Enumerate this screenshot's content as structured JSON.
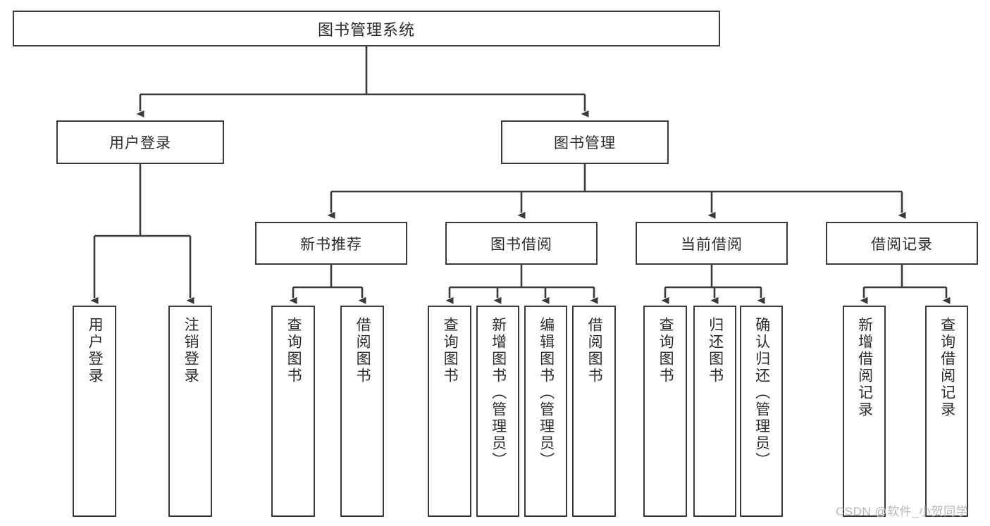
{
  "diagram": {
    "type": "tree-hierarchy",
    "title": "图书管理系统",
    "watermark": "CSDN @软件_小贺同学",
    "colors": {
      "box_border": "#3a3a3a",
      "box_fill": "#ffffff",
      "line": "#3a3a3a",
      "text": "#2b2b2b",
      "watermark": "#b8b8b8",
      "background": "#ffffff"
    },
    "root": {
      "label": "图书管理系统"
    },
    "level2": [
      {
        "label": "用户登录"
      },
      {
        "label": "图书管理"
      }
    ],
    "level3": [
      {
        "label": "新书推荐"
      },
      {
        "label": "图书借阅"
      },
      {
        "label": "当前借阅"
      },
      {
        "label": "借阅记录"
      }
    ],
    "leaves": {
      "user_login": [
        {
          "label": "用户登录"
        },
        {
          "label": "注销登录"
        }
      ],
      "new_book_recommend": [
        {
          "label": "查询图书"
        },
        {
          "label": "借阅图书"
        }
      ],
      "book_borrow": [
        {
          "label": "查询图书"
        },
        {
          "label": "新增图书（管理员）"
        },
        {
          "label": "编辑图书（管理员）"
        },
        {
          "label": "借阅图书"
        }
      ],
      "current_borrow": [
        {
          "label": "查询图书"
        },
        {
          "label": "归还图书"
        },
        {
          "label": "确认归还（管理员）"
        }
      ],
      "borrow_record": [
        {
          "label": "新增借阅记录"
        },
        {
          "label": "查询借阅记录"
        }
      ]
    }
  }
}
